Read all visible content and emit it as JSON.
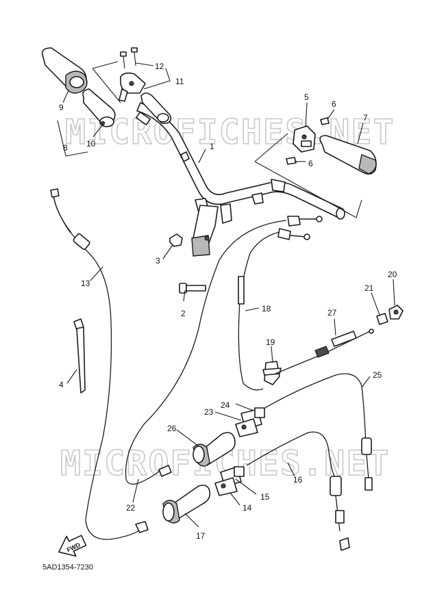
{
  "watermark": "MICROFICHES.NET",
  "diagram_code": "5AD1354-7230",
  "direction_arrow": "FWD",
  "callouts": {
    "c1": "1",
    "c2": "2",
    "c3": "3",
    "c4": "4",
    "c5": "5",
    "c6a": "6",
    "c6b": "6",
    "c7": "7",
    "c8": "8",
    "c9": "9",
    "c10": "10",
    "c11": "11",
    "c12": "12",
    "c13": "13",
    "c14": "14",
    "c15": "15",
    "c16": "16",
    "c17": "17",
    "c18": "18",
    "c19": "19",
    "c20": "20",
    "c21": "21",
    "c22": "22",
    "c23": "23",
    "c24": "24",
    "c25": "25",
    "c26": "26",
    "c27": "27"
  }
}
